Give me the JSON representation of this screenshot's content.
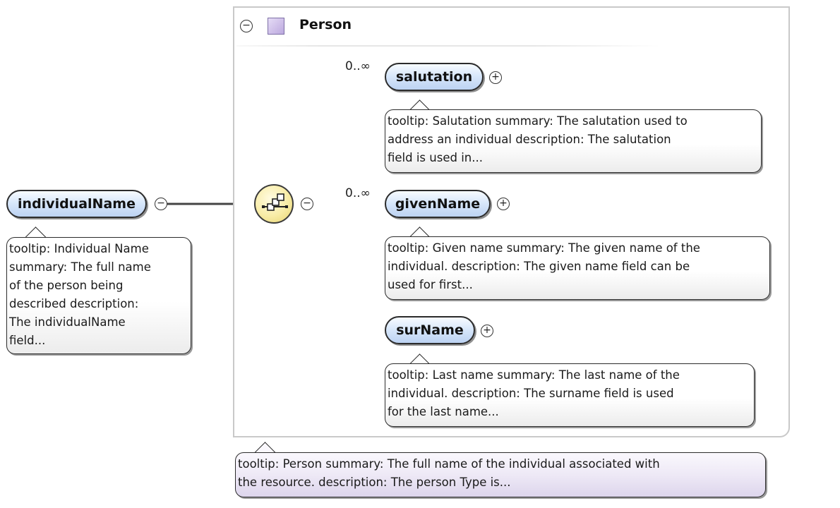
{
  "type_container": {
    "title": "Person",
    "toggle_symbol": "−",
    "tooltip": "tooltip: Person summary: The full name of the individual associated with\nthe resource. description: The person Type is..."
  },
  "root_element": {
    "name": "individualName",
    "toggle_symbol": "−",
    "tooltip": "tooltip: Individual Name\nsummary: The full name\nof the person being\ndescribed description:\nThe individualName\nfield..."
  },
  "sequence": {
    "icon": "sequence-compositor-icon",
    "toggle_symbol": "−"
  },
  "children": [
    {
      "name": "salutation",
      "cardinality": "0..∞",
      "toggle_symbol": "+",
      "tooltip": "tooltip: Salutation summary: The salutation used to\naddress an individual description: The salutation\nfield is used in..."
    },
    {
      "name": "givenName",
      "cardinality": "0..∞",
      "toggle_symbol": "+",
      "tooltip": "tooltip: Given name summary: The given name of the\nindividual. description: The given name field can be\nused for first..."
    },
    {
      "name": "surName",
      "cardinality": "",
      "toggle_symbol": "+",
      "tooltip": "tooltip: Last name summary: The last name of the\nindividual. description: The surname field is used\nfor the last name..."
    }
  ],
  "colors": {
    "element_fill": "#bcd2f2",
    "compositor_fill": "#f8eca6",
    "type_icon": "#bba8de",
    "type_tooltip": "#ddd5ec"
  }
}
